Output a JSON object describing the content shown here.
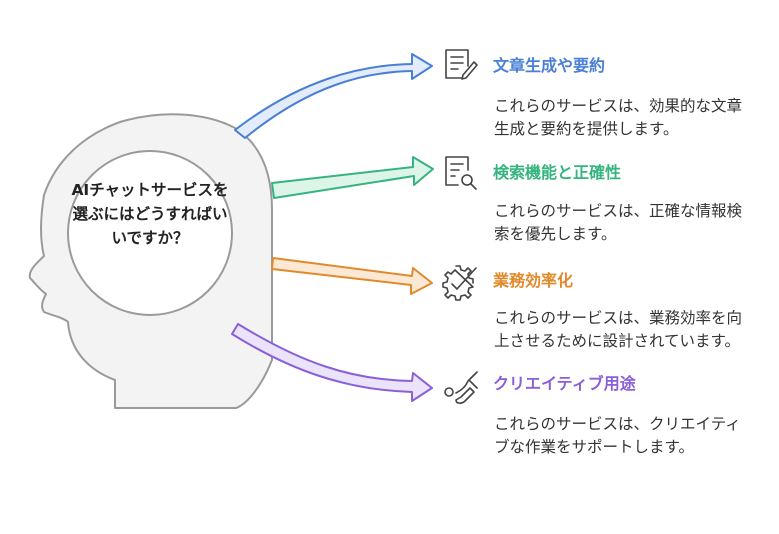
{
  "center": {
    "text": "AIチャットサービスを選ぶにはどうすればいいですか？"
  },
  "items": [
    {
      "title": "文章生成や要約",
      "description": "これらのサービスは、効果的な文章生成と要約を提供します。",
      "color": "#4a7fd6",
      "fill": "#e3ecfb",
      "icon": "document-pen-icon"
    },
    {
      "title": "検索機能と正確性",
      "description": "これらのサービスは、正確な情報検索を優先します。",
      "color": "#36b47f",
      "fill": "#dcf5e8",
      "icon": "document-search-icon"
    },
    {
      "title": "業務効率化",
      "description": "これらのサービスは、業務効率を向上させるために設計されています。",
      "color": "#e08a2c",
      "fill": "#fbe9d6",
      "icon": "gear-check-icon"
    },
    {
      "title": "クリエイティブ用途",
      "description": "これらのサービスは、クリエイティブな作業をサポートします。",
      "color": "#8a5fd8",
      "fill": "#ebe3fa",
      "icon": "paintbrush-icon"
    }
  ]
}
